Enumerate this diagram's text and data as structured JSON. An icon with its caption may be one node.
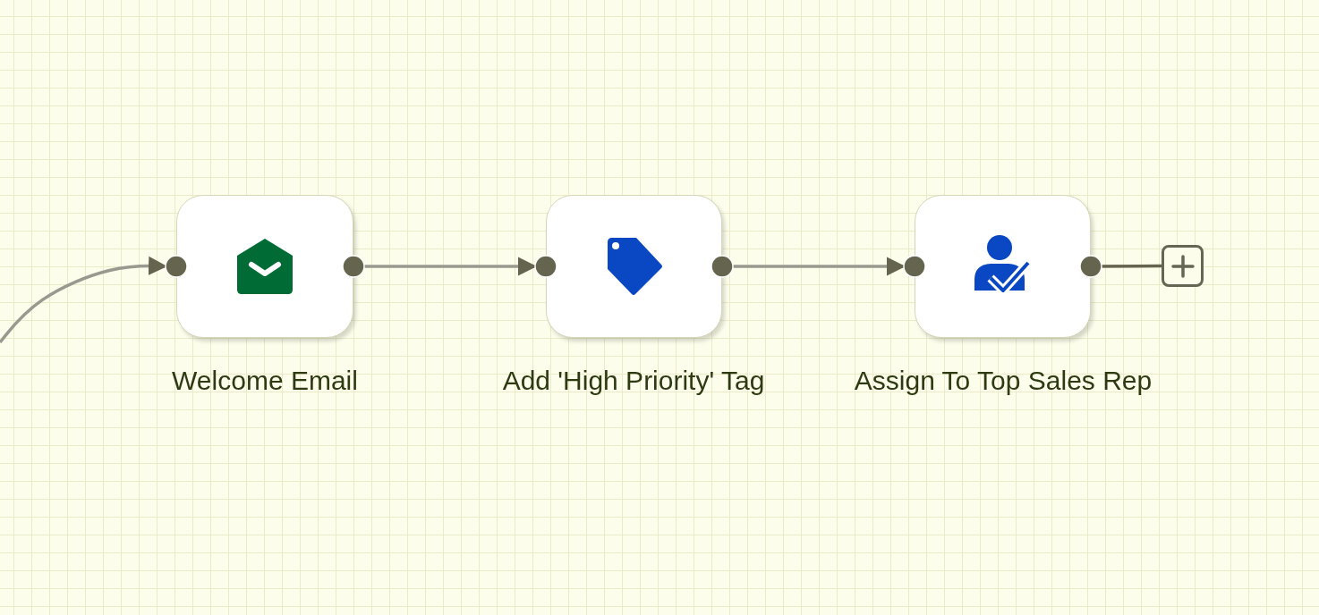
{
  "diagram": {
    "nodes": [
      {
        "text": [
          "Welcome Email"
        ]
      },
      {
        "text": [
          "Add 'High Priority' Tag"
        ]
      },
      {
        "text": [
          "Assign To Top Sales Rep"
        ]
      },
      {
        "text": [],
        "shape": "box"
      }
    ],
    "edges": [
      {
        "from": null,
        "to": 0,
        "arrow": "to"
      },
      {
        "from": 0,
        "to": 1,
        "arrow": "to"
      },
      {
        "from": 1,
        "to": 2,
        "arrow": "to"
      },
      {
        "from": 2,
        "to": 3,
        "arrow": "other"
      }
    ]
  }
}
